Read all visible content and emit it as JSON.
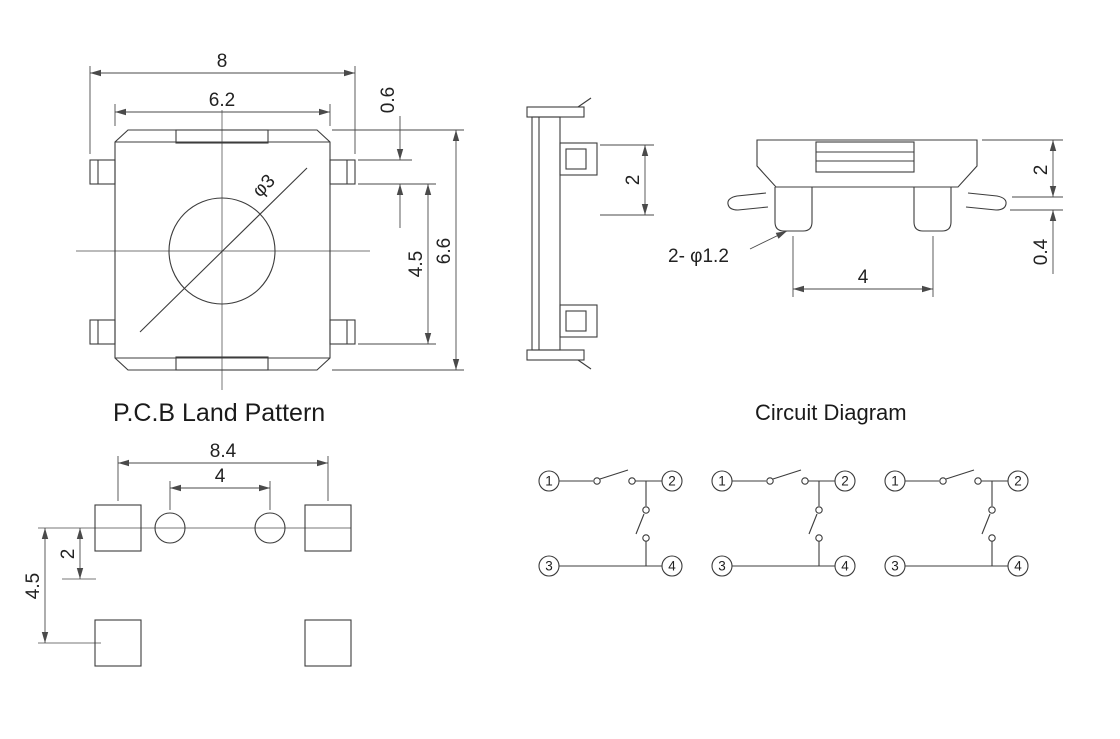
{
  "titles": {
    "pcb": "P.C.B Land Pattern",
    "circuit": "Circuit Diagram"
  },
  "top_view": {
    "dim_width_total": "8",
    "dim_width_body": "6.2",
    "dim_lead_width": "0.6",
    "dim_lead_pitch": "4.5",
    "dim_height_body": "6.6",
    "dim_button_dia": "φ3"
  },
  "side_view": {
    "dim_height": "2"
  },
  "front_view": {
    "dim_height": "2",
    "dim_lead_thickness": "0.4",
    "dim_post_pitch": "4",
    "label_posts": "2- φ1.2"
  },
  "land_pattern": {
    "dim_width": "8.4",
    "dim_hole_pitch": "4",
    "dim_offset": "2",
    "dim_row_pitch": "4.5"
  },
  "circuit": {
    "pin1": "1",
    "pin2": "2",
    "pin3": "3",
    "pin4": "4"
  },
  "colors": {
    "line": "#3c3c3c",
    "text": "#222222",
    "background": "#ffffff"
  }
}
